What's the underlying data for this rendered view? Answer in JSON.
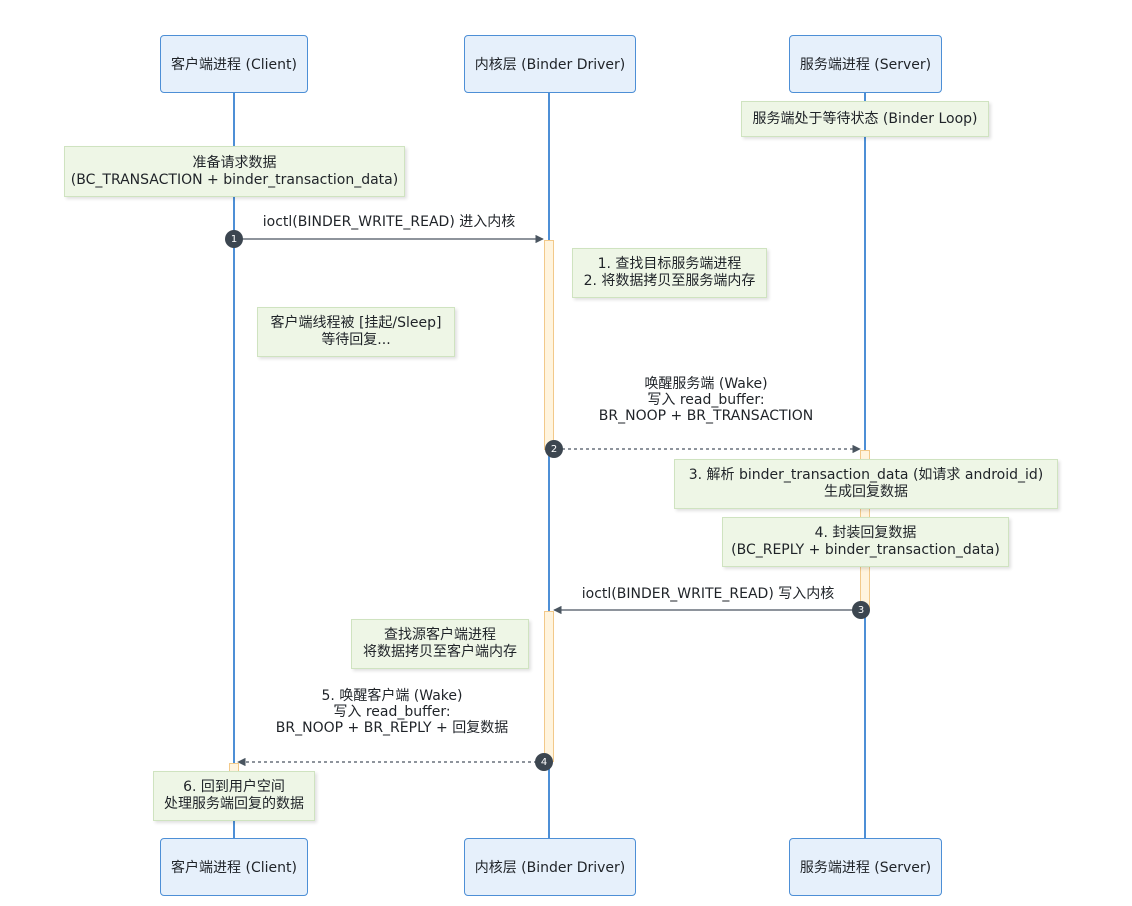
{
  "participants": {
    "client": "客户端进程 (Client)",
    "kernel": "内核层 (Binder Driver)",
    "server": "服务端进程 (Server)"
  },
  "notes": {
    "server_waiting": "服务端处于等待状态 (Binder Loop)",
    "prepare_line1": "准备请求数据",
    "prepare_line2": "(BC_TRANSACTION + binder_transaction_data)",
    "kernel_step1": "1. 查找目标服务端进程",
    "kernel_step2": "2. 将数据拷贝至服务端内存",
    "client_suspend_line1": "客户端线程被 [挂起/Sleep]",
    "client_suspend_line2": "等待回复...",
    "parse_line1": "3. 解析 binder_transaction_data (如请求 android_id)",
    "parse_line2": "生成回复数据",
    "pack_line1": "4. 封装回复数据",
    "pack_line2": "(BC_REPLY + binder_transaction_data)",
    "find_line1": "查找源客户端进程",
    "find_line2": "将数据拷贝至客户端内存",
    "return_line1": "6. 回到用户空间",
    "return_line2": "处理服务端回复的数据"
  },
  "messages": {
    "m1": "ioctl(BINDER_WRITE_READ) 进入内核",
    "m2_line1": "唤醒服务端 (Wake)",
    "m2_line2": "写入 read_buffer:",
    "m2_line3": "BR_NOOP + BR_TRANSACTION",
    "m3": "ioctl(BINDER_WRITE_READ) 写入内核",
    "m4_line1": "5. 唤醒客户端 (Wake)",
    "m4_line2": "写入 read_buffer:",
    "m4_line3": "BR_NOOP + BR_REPLY + 回复数据"
  },
  "step_numbers": {
    "n1": "1",
    "n2": "2",
    "n3": "3",
    "n4": "4"
  },
  "colors": {
    "lifeline": "#4d8fd6",
    "participant_fill": "#e6f0fb",
    "note_fill": "#eef6e6",
    "activation_fill": "#fff4de",
    "arrow": "#4a5560",
    "badge": "#3c4650"
  }
}
